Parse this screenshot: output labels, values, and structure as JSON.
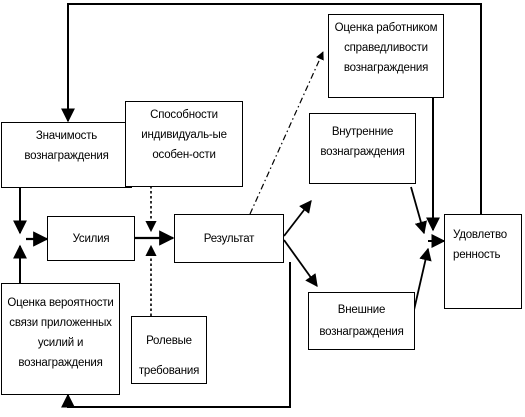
{
  "nodes": {
    "value": {
      "lines": [
        "Значимость",
        "вознаграждения"
      ]
    },
    "abilities": {
      "lines": [
        "Способности",
        "индивидуаль-ые",
        "особен-ости"
      ]
    },
    "fairness": {
      "lines": [
        "Оценка работником",
        "справедливости",
        "вознаграждения"
      ]
    },
    "intrinsic": {
      "lines": [
        "Внутренние",
        "вознаграждения"
      ]
    },
    "effort": {
      "lines": [
        "Усилия"
      ]
    },
    "result": {
      "lines": [
        "Результат"
      ]
    },
    "satisfaction": {
      "lines": [
        "Удовлетво",
        "ренность"
      ]
    },
    "probability": {
      "lines": [
        "Оценка вероятности",
        "связи приложенных",
        "усилий и",
        "вознаграждения"
      ]
    },
    "roles": {
      "lines": [
        "Ролевые",
        "требования"
      ]
    },
    "extrinsic": {
      "lines": [
        "Внешние",
        "вознаграждения"
      ]
    }
  }
}
